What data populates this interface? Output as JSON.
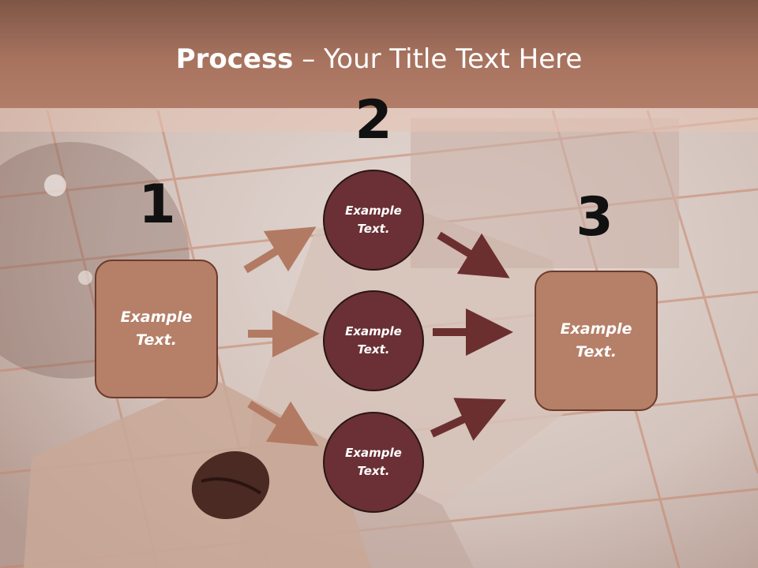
{
  "slide": {
    "title_bold": "Process",
    "title_rest": " – Your Title Text Here",
    "steps": [
      {
        "number": "1",
        "text": "Example\nText."
      },
      {
        "number": "2",
        "text": "Example\nText."
      },
      {
        "number": "3",
        "text": "Example\nText."
      }
    ],
    "circles": [
      {
        "text": "Example\nText."
      },
      {
        "text": "Example\nText."
      },
      {
        "text": "Example\nText."
      }
    ]
  },
  "colors": {
    "header": "#a7735f",
    "box_fill": "#b57f68",
    "circle_fill": "#6a3035",
    "arrow_light": "#b27a63",
    "arrow_dark": "#6b2f2f"
  }
}
